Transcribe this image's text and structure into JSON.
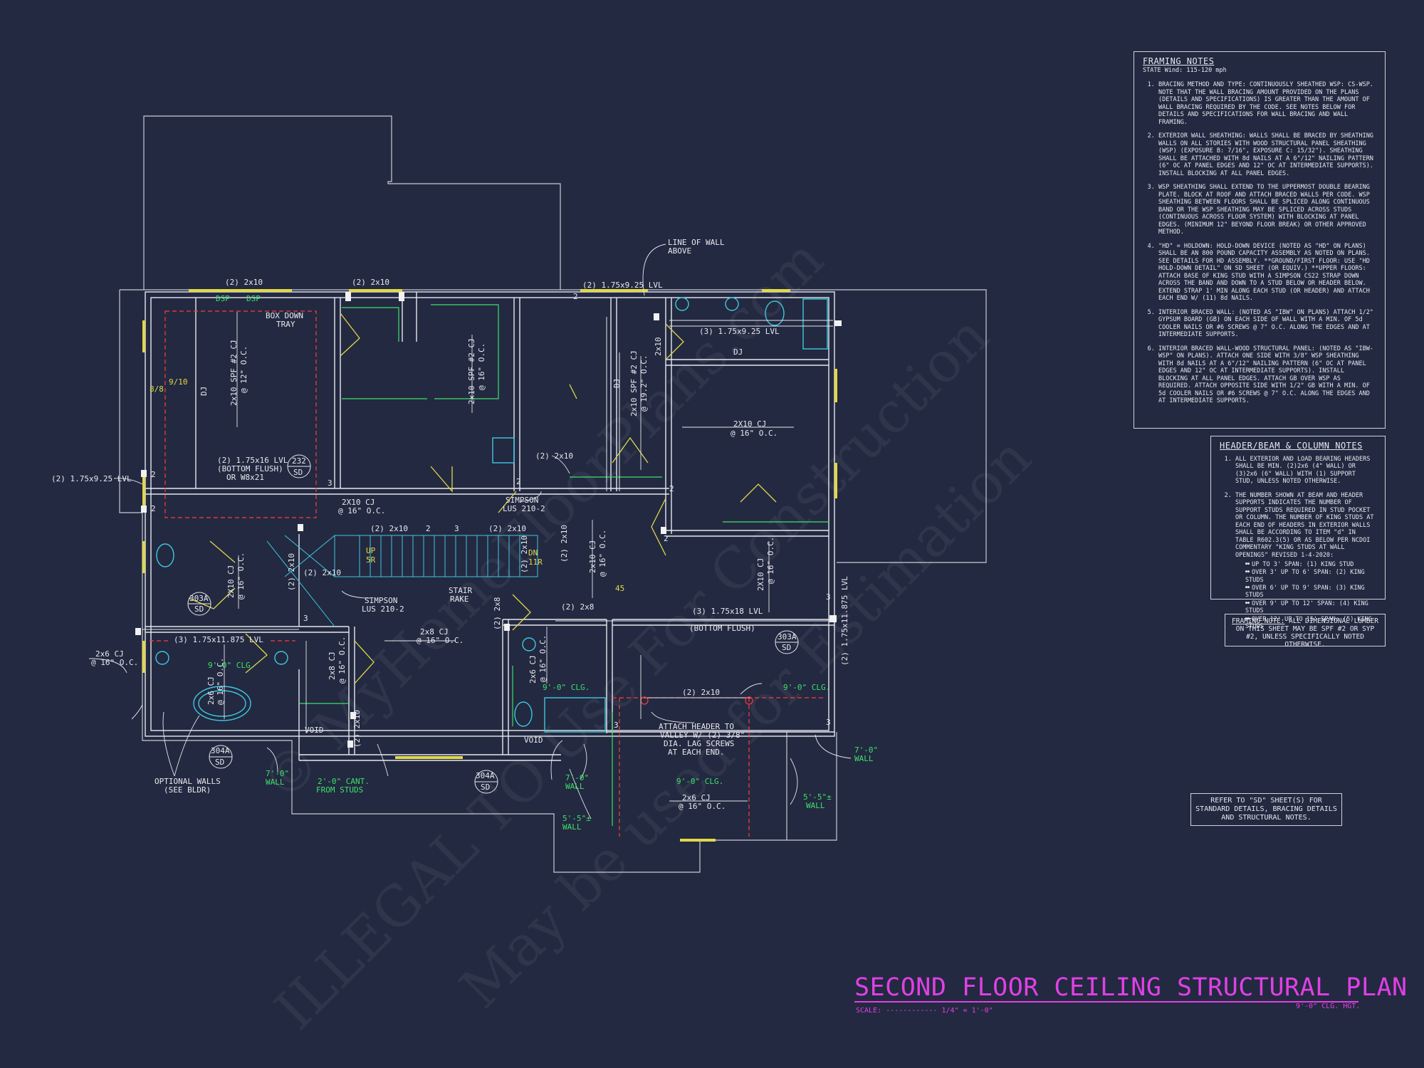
{
  "drawing": {
    "title": "SECOND FLOOR CEILING STRUCTURAL PLAN",
    "scale_label": "SCALE:",
    "scale_dashes": "------------",
    "scale_value": "1/4\" = 1'-0\"",
    "ceiling_height": "9'-0\" CLG. HGT."
  },
  "watermark": {
    "line1": "© MyHomeFloorPlans.com",
    "line2": "ILLEGAL TO Use For Construction",
    "line3": "May be used for Estimation"
  },
  "framing_notes": {
    "title": "FRAMING NOTES",
    "subtitle": "STATE Wind: 115-120 mph",
    "items": [
      "BRACING METHOD AND TYPE: CONTINUOUSLY SHEATHED WSP: CS-WSP. NOTE THAT THE WALL BRACING AMOUNT PROVIDED ON THE PLANS (DETAILS AND SPECIFICATIONS) IS GREATER THAN THE AMOUNT OF WALL BRACING REQUIRED BY THE CODE. SEE NOTES BELOW FOR DETAILS AND SPECIFICATIONS FOR WALL BRACING AND WALL FRAMING.",
      "EXTERIOR WALL SHEATHING: WALLS SHALL BE BRACED BY SHEATHING WALLS ON ALL STORIES WITH WOOD STRUCTURAL PANEL SHEATHING (WSP) (EXPOSURE B: 7/16\", EXPOSURE C: 15/32\"). SHEATHING SHALL BE ATTACHED WITH 8d NAILS AT A 6\"/12\" NAILING PATTERN (6\" OC AT PANEL EDGES AND 12\" OC AT INTERMEDIATE SUPPORTS). INSTALL BLOCKING AT ALL PANEL EDGES.",
      "WSP SHEATHING SHALL EXTEND TO THE UPPERMOST DOUBLE BEARING PLATE. BLOCK AT ROOF AND ATTACH BRACED WALLS PER CODE. WSP SHEATHING BETWEEN FLOORS SHALL BE SPLICED ALONG CONTINUOUS BAND OR THE WSP SHEATHING MAY BE SPLICED ACROSS STUDS (CONTINUOUS ACROSS FLOOR SYSTEM) WITH BLOCKING AT PANEL EDGES. (MINIMUM 12\" BEYOND FLOOR BREAK) OR OTHER APPROVED METHOD.",
      "\"HD\" = HOLDOWN: HOLD-DOWN DEVICE (NOTED AS \"HD\" ON PLANS) SHALL BE AN 800 POUND CAPACITY ASSEMBLY AS NOTED ON PLANS. SEE DETAILS FOR HD ASSEMBLY. **GROUND/FIRST FLOOR: USE \"HD HOLD-DOWN DETAIL\" ON SD SHEET (OR EQUIV.) **UPPER FLOORS: ATTACH BASE OF KING STUD WITH A SIMPSON CS22 STRAP DOWN ACROSS THE BAND AND DOWN TO A STUD BELOW OR HEADER BELOW. EXTEND STRAP 1' MIN ALONG EACH STUD (OR HEADER) AND ATTACH EACH END W/ (11) 8d NAILS.",
      "INTERIOR BRACED WALL: (NOTED AS \"IBW\" ON PLANS) ATTACH 1/2\" GYPSUM BOARD (GB) ON EACH SIDE OF WALL WITH A MIN. OF 5d COOLER NAILS OR #6 SCREWS @ 7\" O.C. ALONG THE EDGES AND AT INTERMEDIATE SUPPORTS.",
      "INTERIOR BRACED WALL-WOOD STRUCTURAL PANEL: (NOTED AS \"IBW-WSP\" ON PLANS). ATTACH ONE SIDE WITH 3/8\" WSP SHEATHING WITH 8d NAILS AT A 6\"/12\" NAILING PATTERN (6\" OC AT PANEL EDGES AND 12\" OC AT INTERMEDIATE SUPPORTS). INSTALL BLOCKING AT ALL PANEL EDGES. ATTACH GB OVER WSP AS REQUIRED. ATTACH OPPOSITE SIDE WITH 1/2\" GB WITH A MIN. OF 5d COOLER NAILS OR #6 SCREWS @ 7\" O.C. ALONG THE EDGES AND AT INTERMEDIATE SUPPORTS."
    ]
  },
  "header_notes": {
    "title": "HEADER/BEAM & COLUMN NOTES",
    "items": [
      "ALL EXTERIOR AND LOAD BEARING HEADERS SHALL BE MIN. (2)2x6 (4\" WALL) OR (3)2x6 (6\" WALL) WITH (1) SUPPORT STUD, UNLESS NOTED OTHERWISE.",
      "THE NUMBER SHOWN AT BEAM AND HEADER SUPPORTS INDICATES THE NUMBER OF SUPPORT STUDS REQUIRED IN STUD POCKET OR COLUMN. THE NUMBER OF KING STUDS AT EACH END OF HEADERS IN EXTERIOR WALLS SHALL BE ACCORDING TO ITEM \"d\" IN TABLE R602.3(5) OR AS BELOW PER NCDOI COMMENTARY \"KING STUDS AT WALL OPENINGS\" REVISED 1-4-2020:"
    ],
    "spans": [
      "UP TO 3' SPAN: (1) KING STUD",
      "OVER 3' UP TO 6' SPAN: (2) KING STUDS",
      "OVER 6' UP TO 9' SPAN: (3) KING STUDS",
      "OVER 9' UP TO 12' SPAN: (4) KING STUDS",
      "OVER 12' UP TO 15' SPAN: (5) KING STUDS"
    ]
  },
  "framing_note_box": {
    "label": "FRAMING NOTE:",
    "text": " ALL DIMENSIONAL LUMBER ON THIS SHEET MAY BE SPF #2 OR SYP #2, UNLESS SPECIFICALLY NOTED OTHERWISE."
  },
  "refer_box": "REFER TO \"SD\" SHEET(S) FOR STANDARD DETAILS, BRACING DETAILS AND STRUCTURAL NOTES.",
  "plan_labels": {
    "header_2x10_a": "(2) 2x10",
    "header_2x10_b": "(2) 2x10",
    "header_lvl_top": "(2) 1.75x9.25 LVL",
    "dsp1": "DSP",
    "dsp2": "DSP",
    "box_down_1": "BOX DOWN",
    "box_down_2": "TRAY",
    "line_of_wall_1": "LINE OF WALL",
    "line_of_wall_2": "ABOVE",
    "cj_spf_12": "2x10 SPF #2 CJ",
    "cj_spf_12b": "@ 12\" O.C.",
    "dj1": "DJ",
    "dj2": "DJ",
    "dj3": "DJ",
    "cj_spf_16": "2x10 SPF #2 CJ",
    "cj_spf_16b": "@ 16\" O.C.",
    "cj_spf_19": "2x10 SPF #2 CJ",
    "cj_spf_19b": "@ 19.2\" O.C.",
    "cj_2x10_a": "2x10",
    "beam_3lvl_top": "(3) 1.75x9.25 LVL",
    "cj_2x10_16_right": "2X10 CJ",
    "cj_2x10_16_right_b": "@ 16\" O.C.",
    "lvl_bf_1": "(2) 1.75x16 LVL",
    "lvl_bf_2": "(BOTTOM FLUSH)",
    "lvl_bf_3": "OR W8x21",
    "sd232_a": "232",
    "sd232_b": "SD",
    "lvl_left": "(2) 1.75x9.25 LVL",
    "eight_eight": "8/8",
    "nine_ten": "9/10",
    "cj_2x10_c": "2X10 CJ",
    "cj_2x10_cb": "@ 16\" O.C.",
    "simpson_1a": "SIMPSON",
    "simpson_1b": "LUS 210-2",
    "simpson_2a": "SIMPSON",
    "simpson_2b": "LUS 210-2",
    "hdr_2x10_c": "(2) 2x10",
    "hdr_2x10_d": "(2) 2x10",
    "hdr_2x10_e": "(2) 2x10",
    "hdr_2x10_f": "(2) 2x10",
    "up_1": "UP",
    "up_2": "5R",
    "dn_1": "DN",
    "dn_2": "11R",
    "stair_1": "STAIR",
    "stair_2": "RAKE",
    "cj_2x8": "2x8 CJ",
    "cj_2x8_b": "@ 16\" O.C.",
    "hdr_2x8": "(2) 2x8",
    "lvl18_a": "(3) 1.75x18 LVL",
    "lvl18_b": "(BOTTOM FLUSH)",
    "sd303a_a": "303A",
    "sd303a_b": "SD",
    "sd303a2_a": "303A",
    "sd303a2_b": "SD",
    "lvl11_left": "(3) 1.75x11.875 LVL",
    "lvl11_right": "(2) 1.75x11.875 LVL",
    "cj_2x6_left": "2x6 CJ",
    "cj_2x6_left_b": "@ 16\" O.C.",
    "clg_9_a": "9'-0\" CLG.",
    "clg_9_b": "9'-0\" CLG.",
    "clg_9_c": "9'-0\" CLG.",
    "clg_9_d": "9'-0\" CLG.",
    "sd304a_a": "304A",
    "sd304a_b": "SD",
    "sd304a2_a": "304A",
    "sd304a2_b": "SD",
    "opt_walls_1": "OPTIONAL WALLS",
    "opt_walls_2": "(SEE BLDR)",
    "wall7_a1": "7'-0\"",
    "wall7_a2": "WALL",
    "cant_1": "2'-0\" CANT.",
    "cant_2": "FROM STUDS",
    "wall7_b1": "7'-0\"",
    "wall7_b2": "WALL",
    "wall7_c1": "7'-0\"",
    "wall7_c2": "WALL",
    "wall55_a1": "5'-5\"±",
    "wall55_a2": "WALL",
    "wall55_b1": "5'-5\"±",
    "wall55_b2": "WALL",
    "void_1": "VOID",
    "void_2": "VOID",
    "attach_1": "ATTACH HEADER TO",
    "attach_2": "VALLEY W/ (2) 3/8\"",
    "attach_3": "DIA. LAG SCREWS",
    "attach_4": "AT EACH END.",
    "hdr_2x10_bot": "(2) 2x10",
    "cj_2x6_bot": "2x6 CJ",
    "cj_2x6_bot_b": "@ 16\" O.C.",
    "hdr_2x8_v": "(2) 2x8",
    "hdr_2x10_v1": "(2) 2x10",
    "hdr_2x10_v2": "(2) 2x10",
    "cj_2x8_v": "2x8 CJ",
    "cj_2x8_vb": "@ 16\" O.C.",
    "cj_2x10_v": "2x10 CJ",
    "cj_2x10_vb": "@ 16\" O.C.",
    "cj_2x10_right_v": "2X10 CJ",
    "cj_2x10_right_vb": "@ 16\" O.C.",
    "cj_2x6_v": "2x6 CJ",
    "cj_2x6_vb": "@ 16\" O.C.",
    "cj_2x6_v2": "2x6 CJ",
    "cj_2x6_v2b": "@ 16\" O.C.",
    "cj_2x10_left_v": "2X10 CJ",
    "cj_2x10_left_vb": "@ 16\" O.C.",
    "hdr_2x10_mid": "(2) 2x10",
    "hdr_2x10_mid2": "(2) 2x10",
    "n2": "2",
    "n3": "3",
    "angle": "45"
  }
}
